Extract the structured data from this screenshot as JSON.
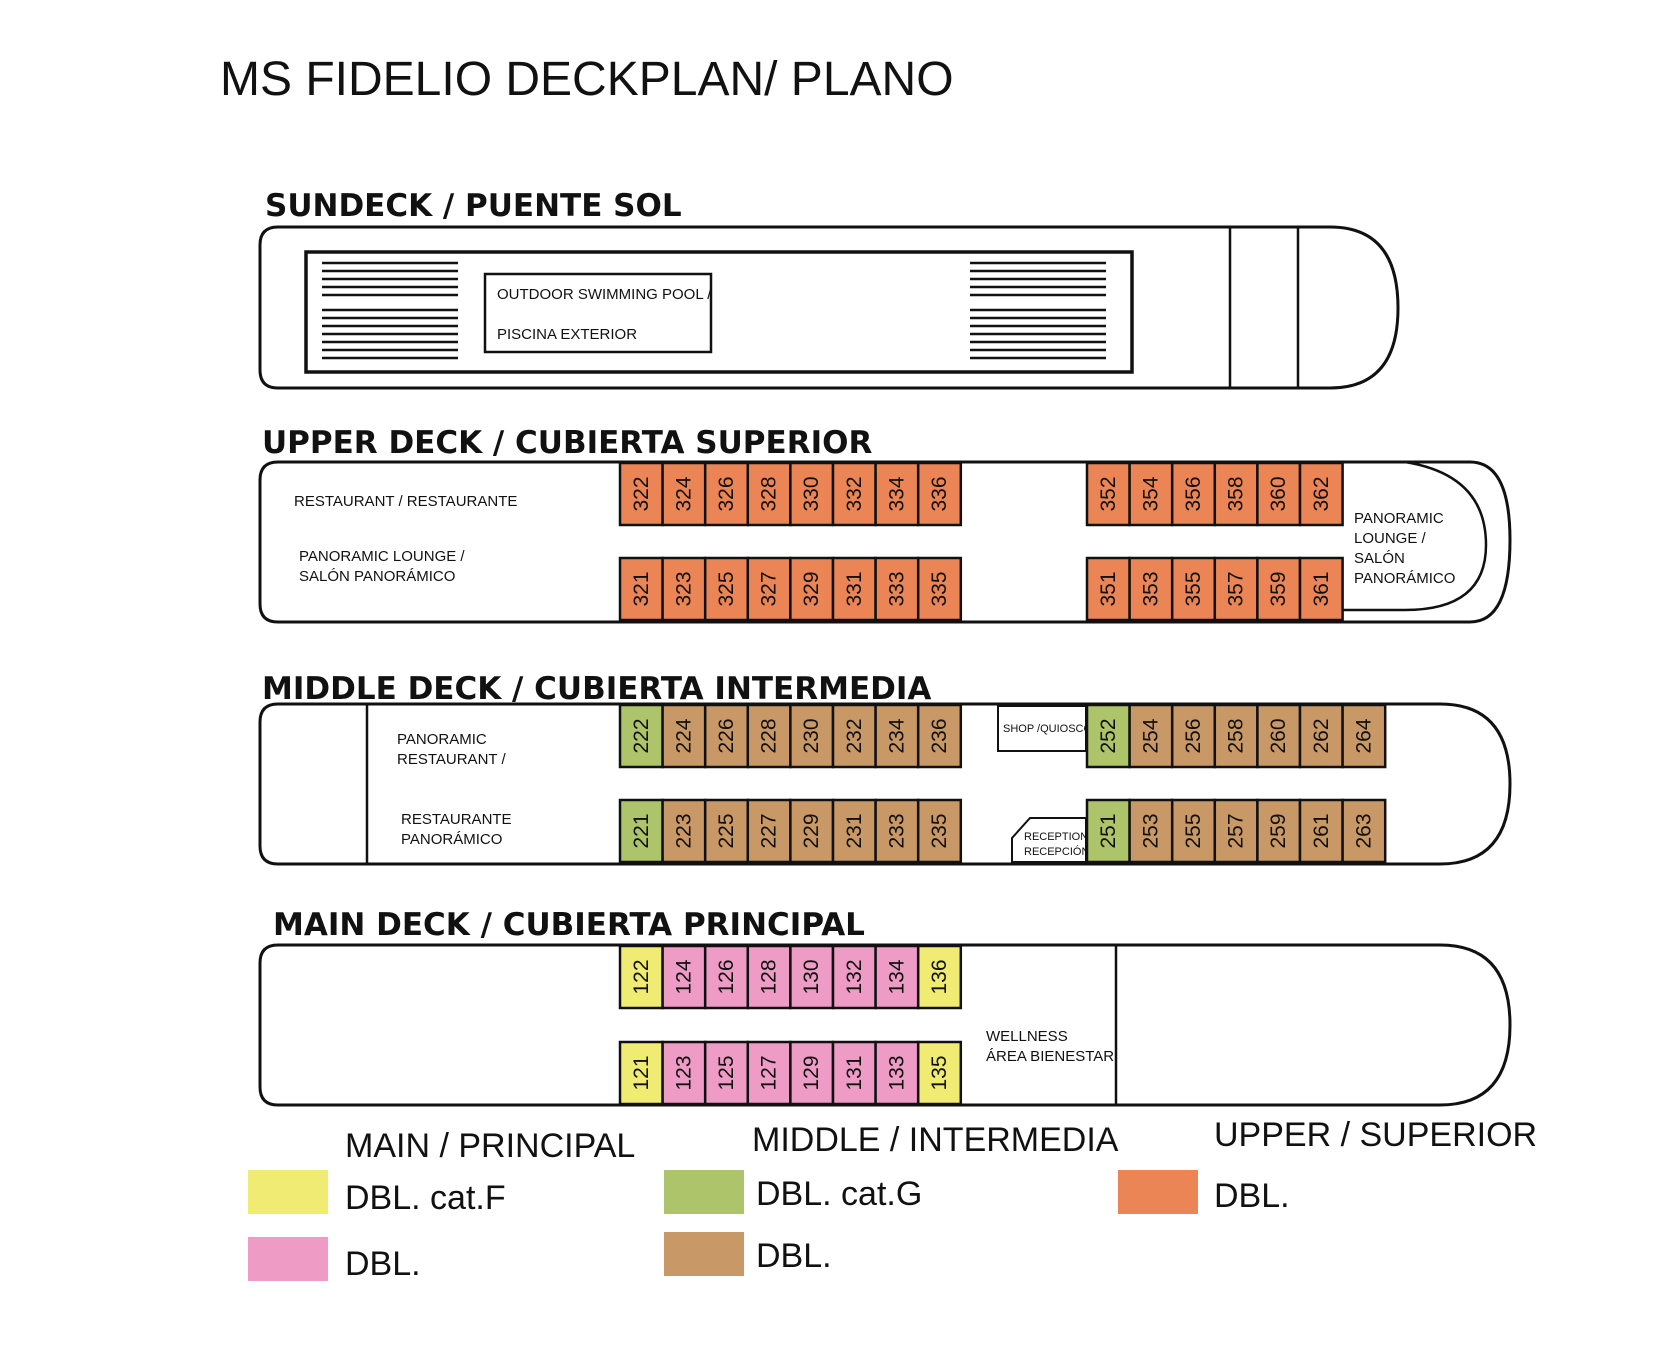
{
  "title": "MS FIDELIO DECKPLAN/ PLANO",
  "colors": {
    "main_cat_f": "#F0EC73",
    "main_dbl": "#EE9BC6",
    "middle_cat_g": "#ADC46B",
    "middle_dbl": "#C99867",
    "upper_dbl": "#EB8556"
  },
  "decks": {
    "sundeck": {
      "title": "SUNDECK / PUENTE SOL",
      "pool_label_1": "OUTDOOR SWIMMING POOL /",
      "pool_label_2": "PISCINA EXTERIOR"
    },
    "upper": {
      "title": "UPPER DECK / CUBIERTA SUPERIOR",
      "restaurant": "RESTAURANT / RESTAURANTE",
      "lounge_1": "PANORAMIC LOUNGE /",
      "lounge_2": "SALÓN PANORÁMICO",
      "bow_1": "PANORAMIC",
      "bow_2": "LOUNGE /",
      "bow_3": "SALÓN",
      "bow_4": "PANORÁMICO",
      "top_left": [
        "322",
        "324",
        "326",
        "328",
        "330",
        "332",
        "334",
        "336"
      ],
      "bottom_left": [
        "321",
        "323",
        "325",
        "327",
        "329",
        "331",
        "333",
        "335"
      ],
      "top_right": [
        "352",
        "354",
        "356",
        "358",
        "360",
        "362"
      ],
      "bottom_right": [
        "351",
        "353",
        "355",
        "357",
        "359",
        "361"
      ]
    },
    "middle": {
      "title": "MIDDLE DECK / CUBIERTA INTERMEDIA",
      "rest_1": "PANORAMIC",
      "rest_2": "RESTAURANT /",
      "rest_3": "RESTAURANTE",
      "rest_4": "PANORÁMICO",
      "shop": "SHOP /QUIOSCO",
      "reception_1": "RECEPTION",
      "reception_2": "RECEPCIÓN",
      "top_left": [
        "222",
        "224",
        "226",
        "228",
        "230",
        "232",
        "234",
        "236"
      ],
      "bottom_left": [
        "221",
        "223",
        "225",
        "227",
        "229",
        "231",
        "233",
        "235"
      ],
      "top_right": [
        "252",
        "254",
        "256",
        "258",
        "260",
        "262",
        "264"
      ],
      "bottom_right": [
        "251",
        "253",
        "255",
        "257",
        "259",
        "261",
        "263"
      ]
    },
    "main": {
      "title": "MAIN DECK / CUBIERTA PRINCIPAL",
      "wellness_1": "WELLNESS",
      "wellness_2": "ÁREA BIENESTAR",
      "top": [
        "122",
        "124",
        "126",
        "128",
        "130",
        "132",
        "134",
        "136"
      ],
      "bottom": [
        "121",
        "123",
        "125",
        "127",
        "129",
        "131",
        "133",
        "135"
      ]
    }
  },
  "legend": {
    "main_head": "MAIN / PRINCIPAL",
    "main_cat_f": "DBL.  cat.F",
    "main_dbl": "DBL.",
    "middle_head": "MIDDLE / INTERMEDIA",
    "middle_cat_g": "DBL.  cat.G",
    "middle_dbl": "DBL.",
    "upper_head": "UPPER / SUPERIOR",
    "upper_dbl": "DBL."
  }
}
